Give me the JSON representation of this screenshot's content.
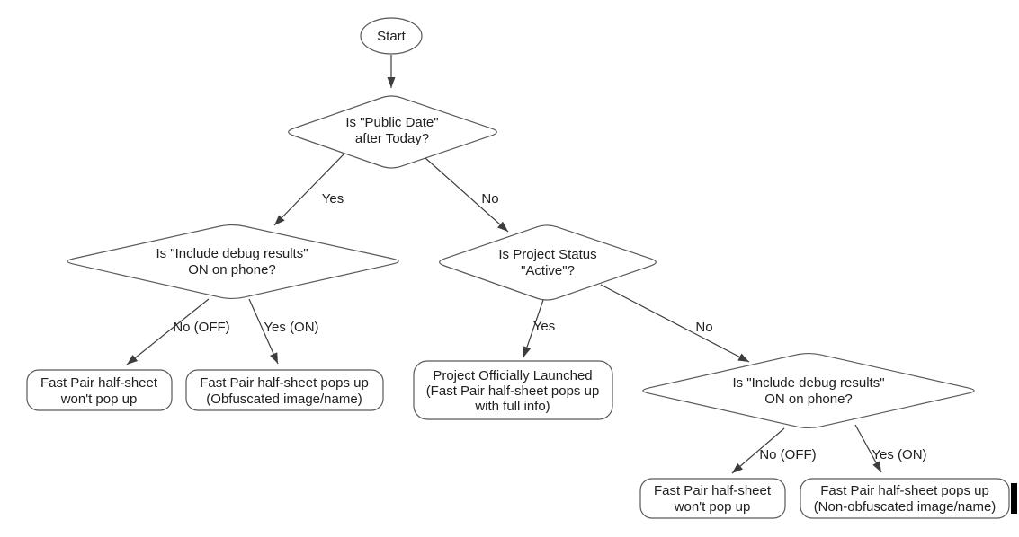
{
  "flowchart": {
    "nodes": {
      "start": {
        "label": "Start"
      },
      "d_public_date": {
        "lines": [
          "Is \"Public Date\"",
          "after Today?"
        ]
      },
      "d_debug_left": {
        "lines": [
          "Is \"Include debug results\"",
          "ON on phone?"
        ]
      },
      "d_status": {
        "lines": [
          "Is Project Status",
          "\"Active\"?"
        ]
      },
      "d_debug_right": {
        "lines": [
          "Is \"Include debug results\"",
          "ON on phone?"
        ]
      },
      "t_no_popup_left": {
        "lines": [
          "Fast Pair half-sheet",
          "won't pop up"
        ]
      },
      "t_obfuscated": {
        "lines": [
          "Fast Pair half-sheet pops up",
          "(Obfuscated image/name)"
        ]
      },
      "t_launched": {
        "lines": [
          "Project Officially Launched",
          "(Fast Pair half-sheet pops up",
          "with full info)"
        ]
      },
      "t_no_popup_right": {
        "lines": [
          "Fast Pair half-sheet",
          "won't pop up"
        ]
      },
      "t_non_obfuscated": {
        "lines": [
          "Fast Pair half-sheet pops up",
          "(Non-obfuscated image/name)"
        ]
      }
    },
    "edge_labels": {
      "public_date_yes": "Yes",
      "public_date_no": "No",
      "debug_left_no": "No (OFF)",
      "debug_left_yes": "Yes (ON)",
      "status_yes": "Yes",
      "status_no": "No",
      "debug_right_no": "No (OFF)",
      "debug_right_yes": "Yes (ON)"
    }
  },
  "colors": {
    "background": "#ffffff",
    "shape_fill": "#ffffff",
    "shape_stroke": "#595959",
    "arrow_stroke": "#3d3d3d",
    "text": "#202020",
    "caret": "#000000"
  }
}
